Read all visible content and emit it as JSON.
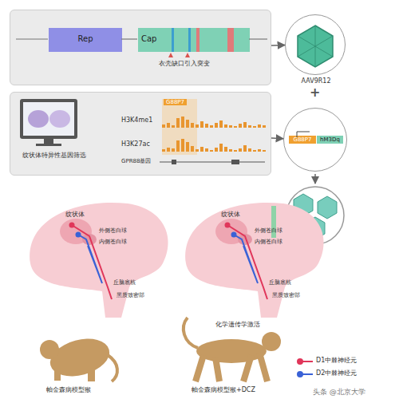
{
  "diagram": {
    "nodes": [
      {
        "text": [
          "衣壳缺口引入突变"
        ]
      },
      {
        "text": [
          "Rep"
        ],
        "in": 0
      },
      {
        "text": [
          "Cap"
        ],
        "in": 0
      },
      {
        "text": [
          "AAV9R12"
        ]
      },
      {
        "text": [
          "纹状体特异性基因筛选"
        ]
      },
      {
        "text": [
          "G88P7",
          "hM3Dq"
        ]
      }
    ],
    "edges": [
      {
        "from": 0,
        "to": 3,
        "arrow": "to"
      },
      {
        "from": 4,
        "to": 5,
        "arrow": "to"
      }
    ],
    "labels": [
      "+",
      "H3K4me1",
      "H3K27ac",
      "G88P7",
      "GPR88基因",
      "纹状体",
      "外侧苍白球",
      "内侧苍白球",
      "丘脑底核",
      "黑质致密部",
      "纹状体",
      "外侧苍白球",
      "内侧苍白球",
      "丘脑底核",
      "黑质致密部",
      "化学遗传学激活",
      "帕金森病模型猴",
      "帕金森病模型猴+DCZ",
      "头条 @北京大学"
    ],
    "legend": [
      {
        "text": "D1中棘神经元",
        "color": "#e0365a"
      },
      {
        "text": "D2中棘神经元",
        "color": "#3a62d6"
      }
    ]
  }
}
